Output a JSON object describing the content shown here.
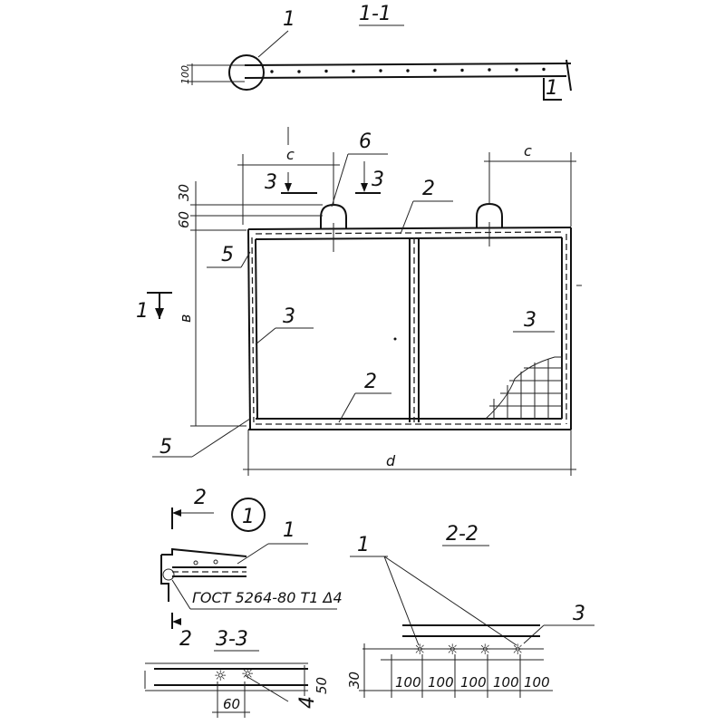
{
  "section_1_1": {
    "title": "1-1",
    "ref_1": "1",
    "ref_1b": "1",
    "dim_100": "100"
  },
  "plan": {
    "dim_c_left": "c",
    "dim_c_right": "c",
    "cut_3_left": "3",
    "cut_3_right": "3",
    "leader_6": "6",
    "leader_2_top": "2",
    "leader_2_bottom": "2",
    "leader_5_top": "5",
    "leader_5_bottom": "5",
    "leader_3_left": "3",
    "leader_3_right": "3",
    "dim_30": "30",
    "dim_60": "60",
    "dim_b": "в",
    "dim_d": "d",
    "cut_1": "1"
  },
  "detail_1": {
    "circle_label": "1",
    "cut_2": "2",
    "cut_2b": "2",
    "leader_1": "1",
    "gost_note": "ГОСТ 5264-80 Т1 Δ4"
  },
  "section_3_3": {
    "title": "3-3",
    "dim_60": "60",
    "dim_50": "50",
    "leader_4": "4"
  },
  "section_2_2": {
    "title": "2-2",
    "leader_1": "1",
    "leader_3": "3",
    "dim_30": "30",
    "spacing": [
      "100",
      "100",
      "100",
      "100",
      "100"
    ]
  }
}
